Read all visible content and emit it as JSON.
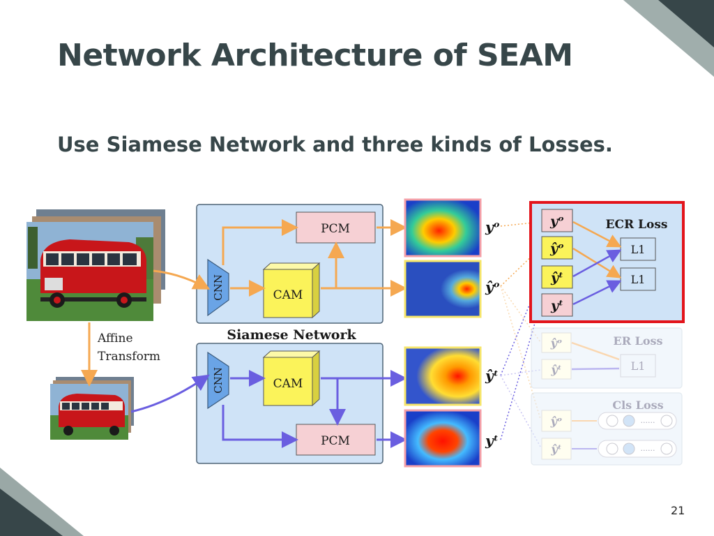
{
  "slide": {
    "title": "Network Architecture of SEAM",
    "subtitle": "Use Siamese Network and three kinds of Losses.",
    "page_number": "21"
  },
  "diagram": {
    "transform_label_line1": "Affine",
    "transform_label_line2": "Transform",
    "siamese_label": "Siamese Network",
    "cnn_label": "CNN",
    "cam_label": "CAM",
    "pcm_label": "PCM",
    "ecr_loss_label": "ECR Loss",
    "er_loss_label": "ER Loss",
    "cls_loss_label": "Cls Loss",
    "l1_label": "L1",
    "dots_label": "......",
    "sym_y_o": "yᵒ",
    "sym_yhat_o": "ŷᵒ",
    "sym_yhat_t": "ŷᵗ",
    "sym_y_t": "yᵗ",
    "colors": {
      "box_blue": "#cfe3f7",
      "box_border": "#4f6477",
      "cam_yellow": "#fbf35a",
      "pcm_pink": "#f6d0d4",
      "cnn_blue": "#6aa4e6",
      "ecr_red": "#e3141b",
      "arrow_orange": "#f5a851",
      "arrow_purple": "#6a5ee0"
    }
  }
}
